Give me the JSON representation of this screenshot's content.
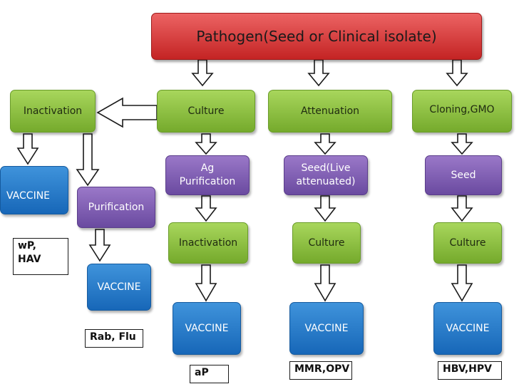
{
  "nodes": {
    "pathogen": "Pathogen(Seed or Clinical isolate)",
    "inactivation_top": "Inactivation",
    "culture_top": "Culture",
    "attenuation": "Attenuation",
    "cloning": "Cloning,GMO",
    "vaccine_left": "VACCINE",
    "purification": "Purification",
    "vaccine_purification": "VACCINE",
    "ag_purification": "Ag\nPurification",
    "seed_live": "Seed(Live\nattenuated)",
    "seed": "Seed",
    "inactivation_mid": "Inactivation",
    "culture_mid": "Culture",
    "culture_right": "Culture",
    "vaccine_ap": "VACCINE",
    "vaccine_mmr": "VACCINE",
    "vaccine_hbv": "VACCINE"
  },
  "labels": {
    "wp_hav": "wP,\nHAV",
    "rab_flu": "Rab, Flu",
    "ap": "aP",
    "mmr_opv": "MMR,OPV",
    "hbv_hpv": "HBV,HPV"
  },
  "colors": {
    "pathogen": "#d83a3a",
    "process": "#8cc042",
    "purification": "#7f5fb5",
    "vaccine": "#2a7fcc",
    "arrow_stroke": "#1a1a1a",
    "arrow_fill": "#ffffff"
  }
}
